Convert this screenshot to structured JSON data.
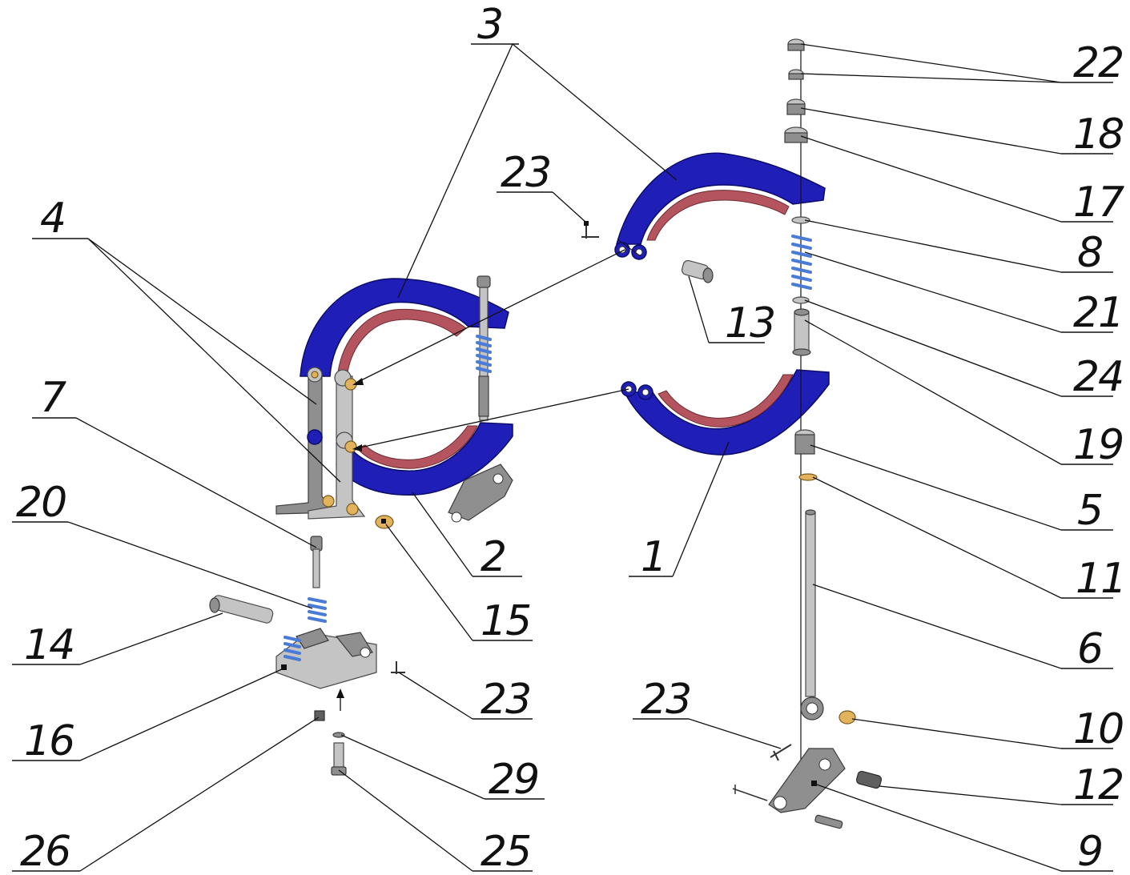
{
  "callouts": [
    "1",
    "2",
    "3",
    "4",
    "5",
    "6",
    "7",
    "8",
    "9",
    "10",
    "11",
    "12",
    "13",
    "14",
    "15",
    "16",
    "17",
    "18",
    "19",
    "20",
    "21",
    "22",
    "23",
    "24",
    "25",
    "26",
    "29"
  ],
  "callout_labels": {
    "c1": "1",
    "c2": "2",
    "c3": "3",
    "c4": "4",
    "c5": "5",
    "c6": "6",
    "c7": "7",
    "c8": "8",
    "c9": "9",
    "c10": "10",
    "c11": "11",
    "c12": "12",
    "c13": "13",
    "c14": "14",
    "c15": "15",
    "c16": "16",
    "c17": "17",
    "c18": "18",
    "c19": "19",
    "c20": "20",
    "c21": "21",
    "c22": "22",
    "c23a": "23",
    "c23b": "23",
    "c23c": "23",
    "c24": "24",
    "c25": "25",
    "c26": "26",
    "c29": "29"
  },
  "colors": {
    "shoe": "#1f1fb8",
    "lining": "#b4545e",
    "metal": "#8f8f8f",
    "bushing": "#e2b35c",
    "spring": "#4a7bd6",
    "background": "#ffffff"
  }
}
